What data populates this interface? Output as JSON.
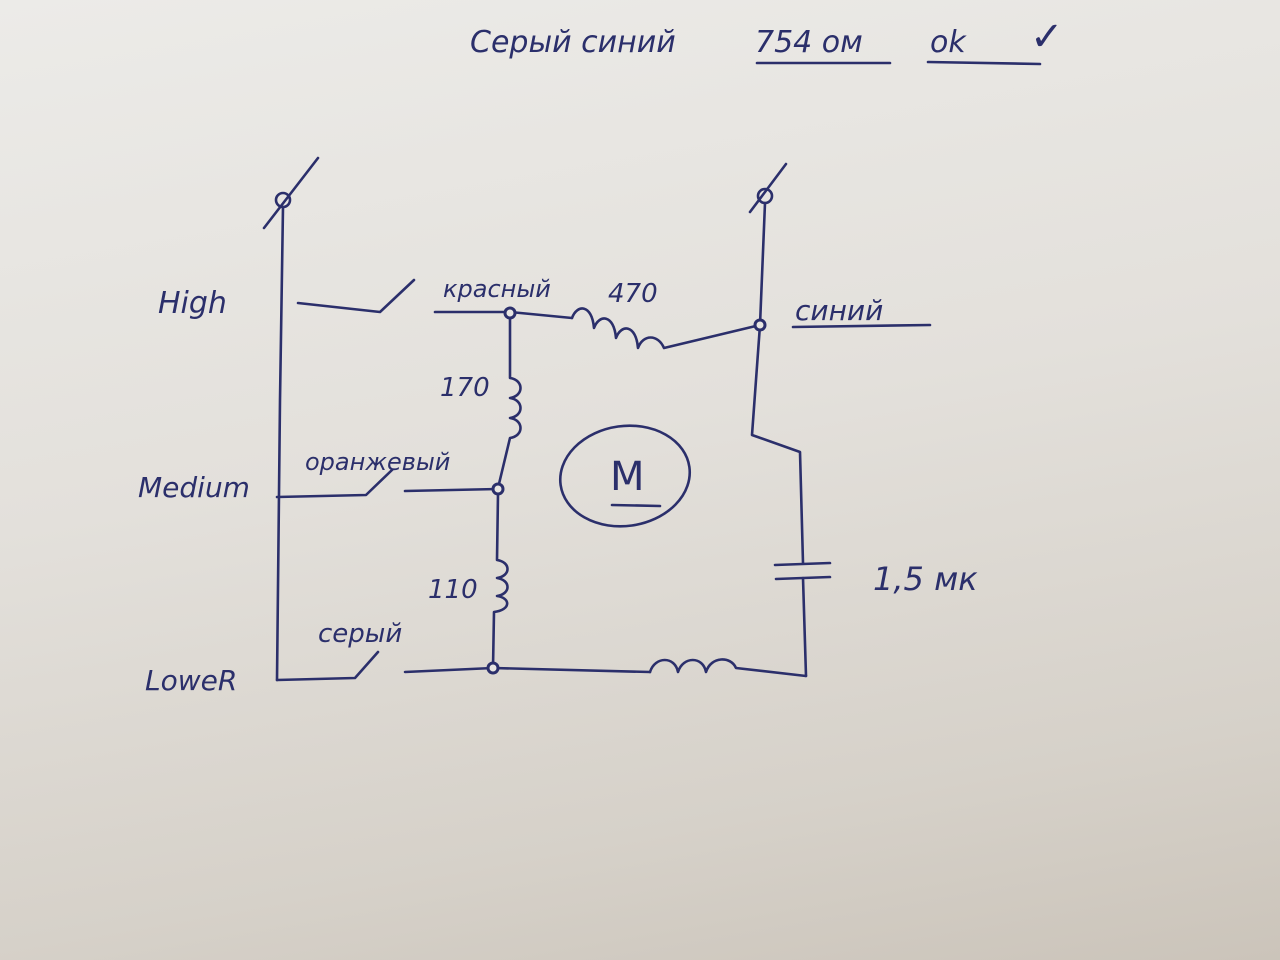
{
  "header_note": {
    "wires": "Серый синий",
    "resistance": "754 ом",
    "status": "ok",
    "check": "✓"
  },
  "speeds": {
    "high": "High",
    "medium": "Medium",
    "low": "LoweR"
  },
  "wires": {
    "red": "красный",
    "blue": "синий",
    "orange": "оранжевый",
    "gray": "серый"
  },
  "windings": {
    "main": "470",
    "upper": "170",
    "lower": "110"
  },
  "motor": {
    "label": "M"
  },
  "capacitor": {
    "value": "1,5 мк"
  },
  "colors": {
    "ink": "#2b2f6b",
    "paper": "#e3e0db"
  }
}
